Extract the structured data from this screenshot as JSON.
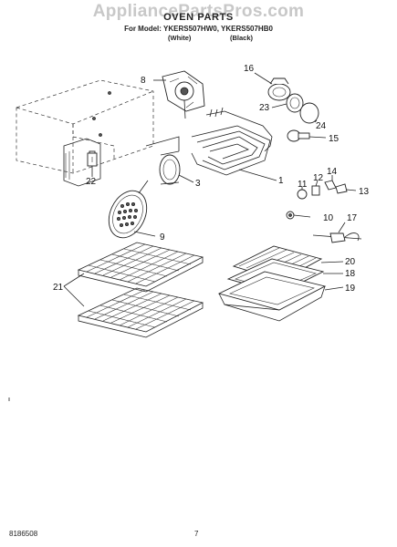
{
  "header": {
    "watermark": "AppliancePartsPros.com",
    "title": "OVEN PARTS",
    "models": "For Model: YKERS507HW0, YKERS507HB0",
    "variant_white": "(White)",
    "variant_black": "(Black)"
  },
  "callouts": [
    {
      "id": "8",
      "label": "8"
    },
    {
      "id": "16",
      "label": "16"
    },
    {
      "id": "23",
      "label": "23"
    },
    {
      "id": "24",
      "label": "24"
    },
    {
      "id": "15",
      "label": "15"
    },
    {
      "id": "22",
      "label": "22"
    },
    {
      "id": "3",
      "label": "3"
    },
    {
      "id": "1",
      "label": "1"
    },
    {
      "id": "14",
      "label": "14"
    },
    {
      "id": "12",
      "label": "12"
    },
    {
      "id": "11",
      "label": "11"
    },
    {
      "id": "13",
      "label": "13"
    },
    {
      "id": "10",
      "label": "10"
    },
    {
      "id": "17",
      "label": "17"
    },
    {
      "id": "9",
      "label": "9"
    },
    {
      "id": "20",
      "label": "20"
    },
    {
      "id": "18",
      "label": "18"
    },
    {
      "id": "21",
      "label": "21"
    },
    {
      "id": "19",
      "label": "19"
    }
  ],
  "footer": {
    "doc_number": "8186508",
    "page_number": "7"
  }
}
